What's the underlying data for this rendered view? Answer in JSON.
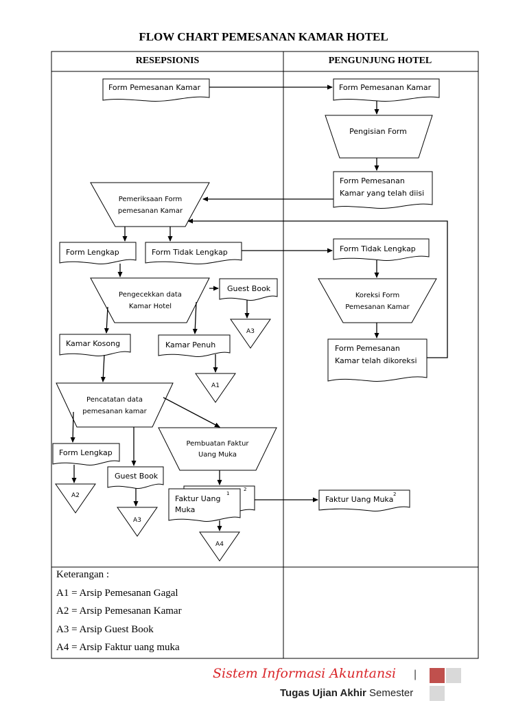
{
  "title": "FLOW CHART PEMESANAN KAMAR HOTEL",
  "lanes": {
    "left": "RESEPSIONIS",
    "right": "PENGUNJUNG HOTEL"
  },
  "nodes": {
    "form_pemesanan_kamar_resepsionis": "Form Pemesanan Kamar",
    "form_pemesanan_kamar_pengunjung": "Form Pemesanan Kamar",
    "pengisian_form": "Pengisian Form",
    "form_telah_diisi_line1": "Form Pemesanan",
    "form_telah_diisi_line2": "Kamar yang telah diisi",
    "pemeriksaan_line1": "Pemeriksaan Form",
    "pemeriksaan_line2": "pemesanan Kamar",
    "form_lengkap_1": "Form Lengkap",
    "form_tidak_lengkap_resepsionis": "Form Tidak Lengkap",
    "form_tidak_lengkap_pengunjung": "Form Tidak Lengkap",
    "koreksi_line1": "Koreksi Form",
    "koreksi_line2": "Pemesanan Kamar",
    "form_dikoreksi_line1": "Form Pemesanan",
    "form_dikoreksi_line2": "Kamar telah dikoreksi",
    "pengecekan_line1": "Pengecekkan data",
    "pengecekan_line2": "Kamar Hotel",
    "guest_book_1": "Guest Book",
    "kamar_kosong": "Kamar Kosong",
    "kamar_penuh": "Kamar Penuh",
    "pencatatan_line1": "Pencatatan data",
    "pencatatan_line2": "pemesanan kamar",
    "pembuatan_line1": "Pembuatan Faktur",
    "pembuatan_line2": "Uang Muka",
    "form_lengkap_2": "Form Lengkap",
    "guest_book_2": "Guest Book",
    "faktur_line1": "Faktur Uang",
    "faktur_line2": "Muka",
    "faktur_sup1": "1",
    "faktur_sup2": "2",
    "faktur_pengunjung": "Faktur Uang Muka",
    "faktur_pengunjung_sup": "2"
  },
  "archives": {
    "a1": "A1",
    "a2": "A2",
    "a3_top": "A3",
    "a3_bottom": "A3",
    "a4": "A4"
  },
  "legend": {
    "heading": "Keterangan :",
    "items": [
      "A1 = Arsip Pemesanan Gagal",
      "A2 = Arsip Pemesanan Kamar",
      "A3 = Arsip Guest Book",
      "A4 = Arsip Faktur uang muka"
    ]
  },
  "footer": {
    "course": "Sistem Informasi Akuntansi",
    "separator": "|",
    "subtitle_part1": "Tugas ",
    "subtitle_part2": "Ujian Akhir",
    "subtitle_part3": " Semester"
  },
  "colors": {
    "accent_red": "#c0504d",
    "light_gray": "#d9d9d9",
    "footer_text_red": "#d9262a"
  }
}
